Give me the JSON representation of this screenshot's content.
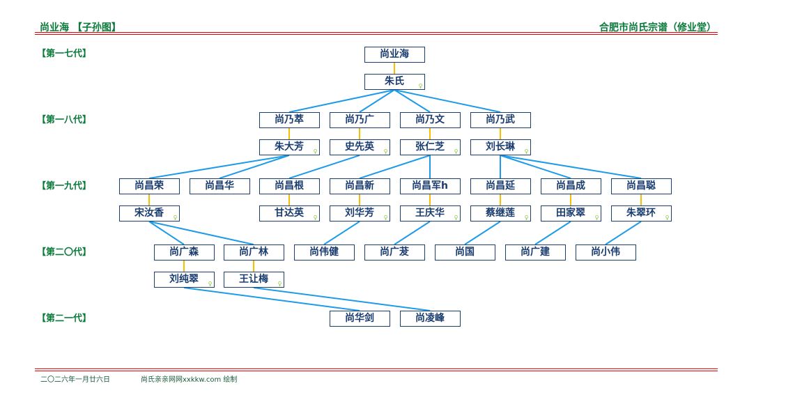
{
  "header": {
    "title": "尚业海 【子孙图】",
    "right": "合肥市尚氏宗谱（修业堂）"
  },
  "generations": [
    "【第一七代】",
    "【第一八代】",
    "【第一九代】",
    "【第二〇代】",
    "【第二一代】"
  ],
  "female_icon": "♀",
  "colors": {
    "spouse_line": "#f5c000",
    "child_line": "#1e9be8",
    "box_border": "#1a3c6e",
    "header_text": "#0a7a3a",
    "rule": "#e00000"
  },
  "nodes": [
    {
      "name": "尚业海",
      "spouse": "朱氏"
    },
    {
      "name": "尚乃萃",
      "spouse": "朱大芳"
    },
    {
      "name": "尚乃广",
      "spouse": "史先英"
    },
    {
      "name": "尚乃文",
      "spouse": "张仁芝"
    },
    {
      "name": "尚乃武",
      "spouse": "刘长琳"
    },
    {
      "name": "尚昌荣",
      "spouse": "宋汝香"
    },
    {
      "name": "尚昌华",
      "spouse": null
    },
    {
      "name": "尚昌根",
      "spouse": "甘达英"
    },
    {
      "name": "尚昌新",
      "spouse": "刘华芳"
    },
    {
      "name": "尚昌军h",
      "spouse": "王庆华"
    },
    {
      "name": "尚昌延",
      "spouse": "蔡继莲"
    },
    {
      "name": "尚昌成",
      "spouse": "田家翠"
    },
    {
      "name": "尚昌聪",
      "spouse": "朱翠环"
    },
    {
      "name": "尚广森",
      "spouse": "刘纯翠"
    },
    {
      "name": "尚广林",
      "spouse": "王让梅"
    },
    {
      "name": "尚伟健",
      "spouse": null
    },
    {
      "name": "尚广茇",
      "spouse": null
    },
    {
      "name": "尚国",
      "spouse": null
    },
    {
      "name": "尚广建",
      "spouse": null
    },
    {
      "name": "尚小伟",
      "spouse": null
    },
    {
      "name": "尚华剑",
      "spouse": null
    },
    {
      "name": "尚凌峰",
      "spouse": null
    }
  ],
  "children": {
    "0": [
      1,
      2,
      3,
      4
    ],
    "1": [
      5,
      6
    ],
    "2": [
      7
    ],
    "3": [
      8,
      9
    ],
    "4": [
      10,
      11,
      12
    ],
    "5": [
      13,
      14
    ],
    "8": [
      15
    ],
    "9": [
      16
    ],
    "10": [
      17
    ],
    "11": [
      18
    ],
    "12": [
      19
    ],
    "13": [
      20
    ],
    "14": [
      21
    ]
  },
  "footer": {
    "date": "二〇二六年一月廿六日",
    "credit": "尚氏亲亲网网xxkkw.com 绘制"
  }
}
